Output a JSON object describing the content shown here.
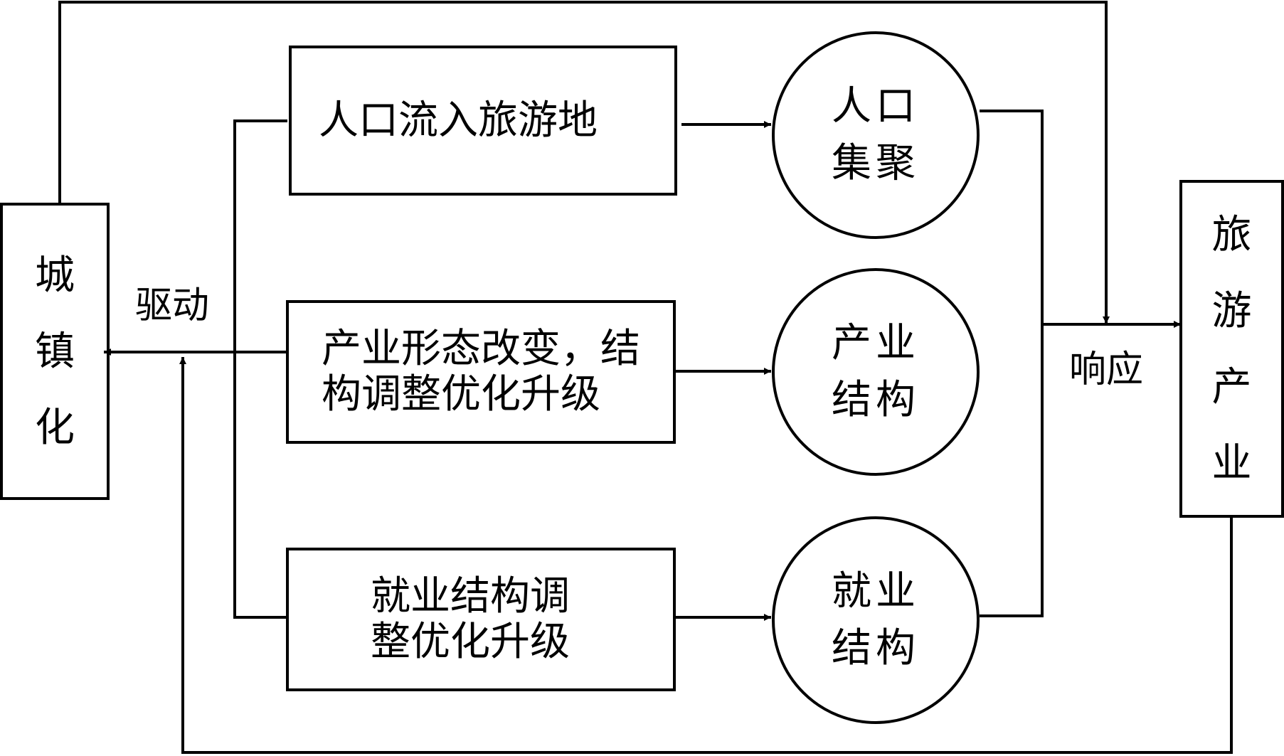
{
  "nodes": {
    "urbanization": "城\n镇\n化",
    "tourism_industry": "旅\n游\n产\n业",
    "process_population": "人口流入旅游地",
    "process_industry": "产业形态改变，结\n构调整优化升级",
    "process_employment": "就业结构调\n整优化升级",
    "state_population": "人口\n集聚",
    "state_industry": "产业\n结构",
    "state_employment": "就业\n结构"
  },
  "labels": {
    "drive": "驱动",
    "respond": "响应"
  },
  "colors": {
    "stroke": "#000000",
    "background": "#ffffff"
  }
}
